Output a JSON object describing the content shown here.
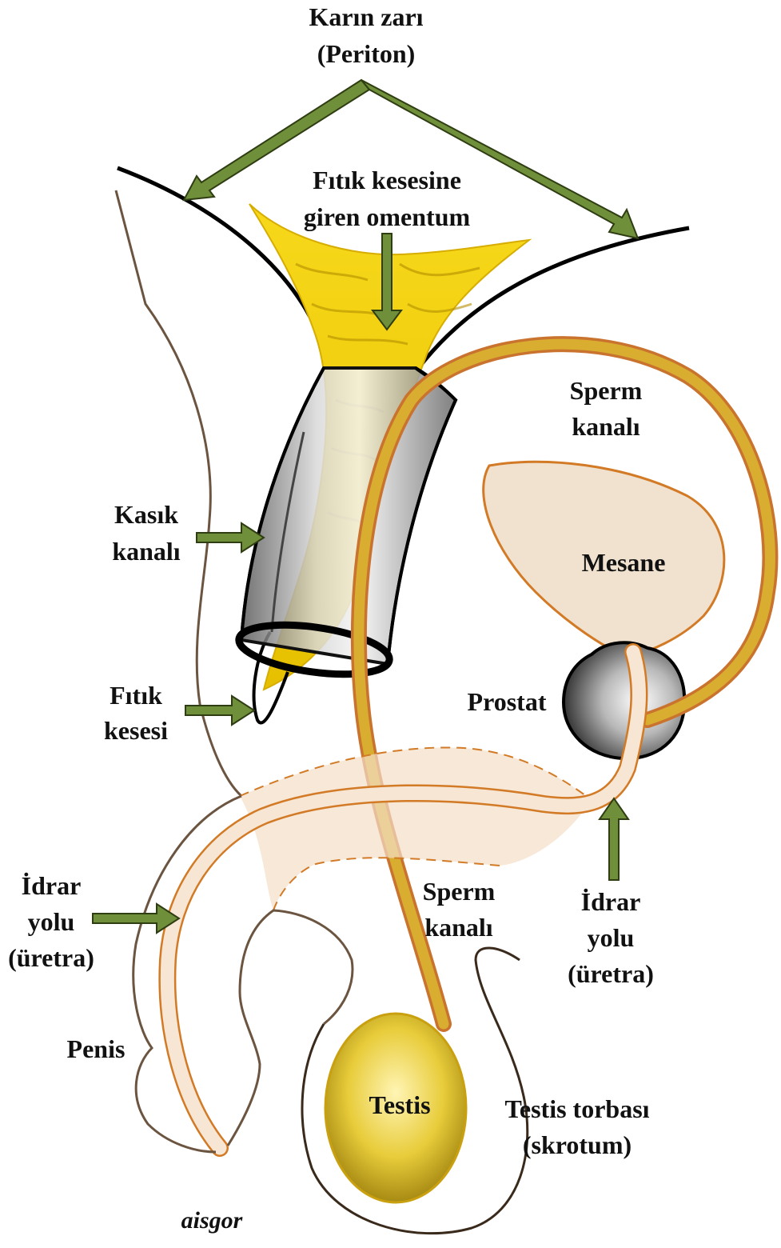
{
  "labels": {
    "peritoneum": [
      "Karın zarı",
      "(Periton)"
    ],
    "omentum": [
      "Fıtık kesesine",
      "giren omentum"
    ],
    "sperm_duct_upper": [
      "Sperm",
      "kanalı"
    ],
    "inguinal_canal": [
      "Kasık",
      "kanalı"
    ],
    "bladder": "Mesane",
    "prostate": "Prostat",
    "hernia_sac": [
      "Fıtık",
      "kesesi"
    ],
    "urethra_left": [
      "İdrar",
      "yolu",
      "(üretra)"
    ],
    "sperm_duct_lower": [
      "Sperm",
      "kanalı"
    ],
    "urethra_right": [
      "İdrar",
      "yolu",
      "(üretra)"
    ],
    "penis": "Penis",
    "testis": "Testis",
    "scrotum": [
      "Testis torbası",
      "(skrotum)"
    ]
  },
  "signature": "aisgor",
  "colors": {
    "arrow_fill": "#6f8f3a",
    "arrow_dark": "#2f3d12",
    "omentum": "#f2cf00",
    "skin_line": "#6b5440",
    "duct": "#d4a528",
    "duct_edge": "#c9732e",
    "bladder": "#f0e2cf",
    "bladder_edge": "#d27a25"
  }
}
